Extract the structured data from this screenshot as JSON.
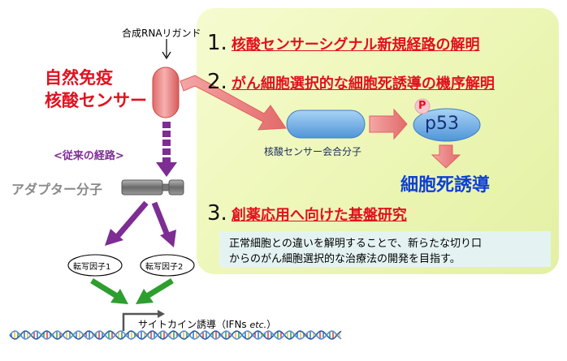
{
  "ligand_label": "合成RNAリガンド",
  "sensor_title": [
    "自然免疫",
    "核酸センサー"
  ],
  "pathway_label": "<従来の経路>",
  "adapter_label": "アダプター分子",
  "transcription_factors": [
    "転写因子1",
    "転写因子2"
  ],
  "cytokine_label": "サイトカイン誘導（IFNs ",
  "cytokine_etc": "etc.",
  "cytokine_close": "）",
  "items": [
    {
      "num": "1.",
      "text": "核酸センサーシグナル新規経路の解明"
    },
    {
      "num": "2.",
      "text": "がん細胞選択的な細胞死誘導の機序解明"
    },
    {
      "num": "3.",
      "text": "創薬応用へ向けた基盤研究"
    }
  ],
  "complex_label": "核酸センサー会合分子",
  "p_label": "P",
  "p53_label": "p53",
  "death_label": "細胞死誘導",
  "note_lines": [
    "正常細胞との違いを解明することで、新らたな切り口",
    "からのがん細胞選択的な治療法の開発を目指す。"
  ],
  "colors": {
    "red": "#e3101e",
    "purple": "#7d2d93",
    "green": "#2e9e2e",
    "blue": "#0e3fd6",
    "panel": "#eef7b9"
  }
}
